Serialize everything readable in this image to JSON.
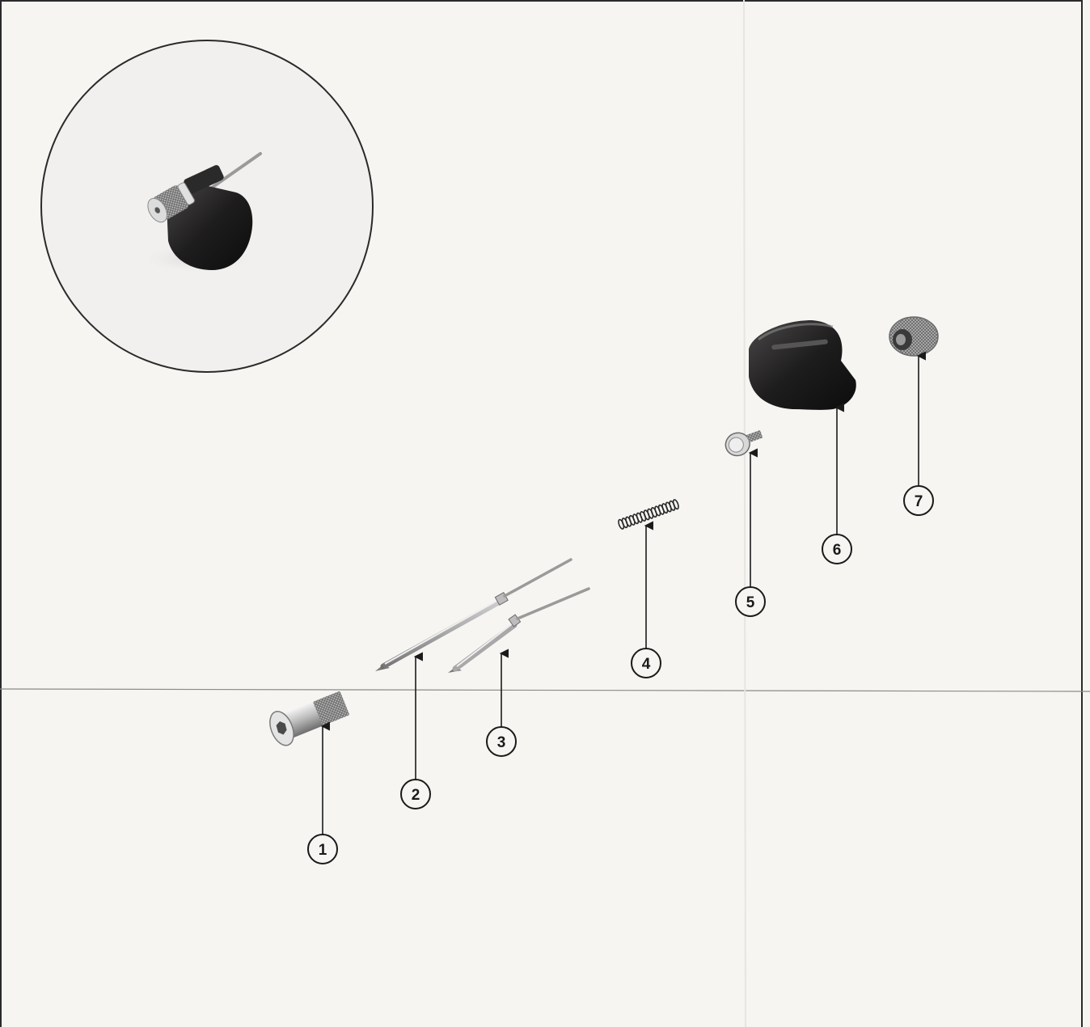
{
  "diagram": {
    "callouts": [
      {
        "id": "1",
        "label": "1"
      },
      {
        "id": "2",
        "label": "2"
      },
      {
        "id": "3",
        "label": "3"
      },
      {
        "id": "4",
        "label": "4"
      },
      {
        "id": "5",
        "label": "5"
      },
      {
        "id": "6",
        "label": "6"
      },
      {
        "id": "7",
        "label": "7"
      }
    ]
  },
  "colors": {
    "paper": "#f6f5f2",
    "ink": "#1a1a1a",
    "metal": "#c9c9c9",
    "metal_dark": "#7a7a7a",
    "knob": "#1c1b1b"
  }
}
